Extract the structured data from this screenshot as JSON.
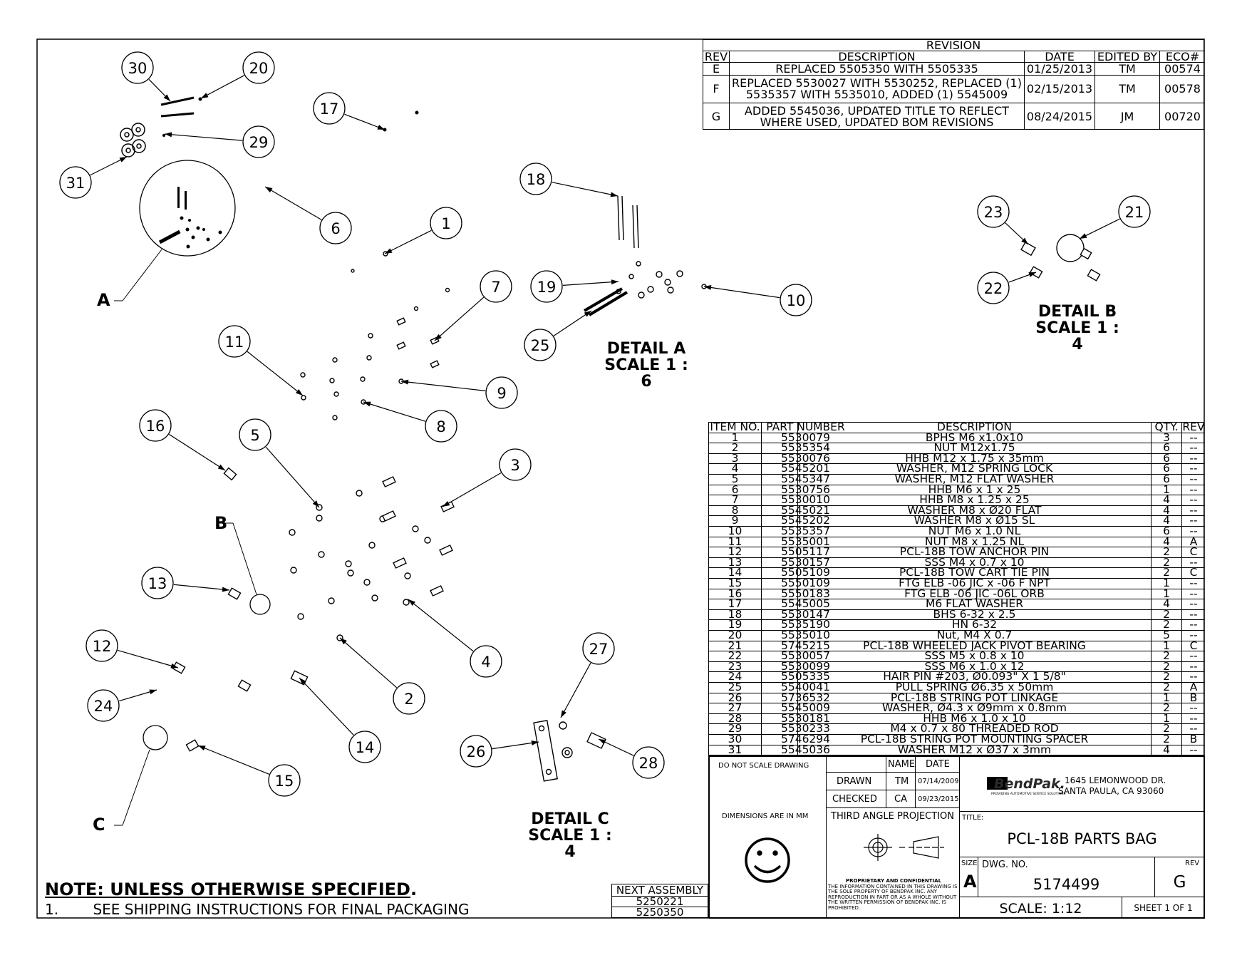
{
  "revision": {
    "title": "REVISION",
    "headers": [
      "REV",
      "DESCRIPTION",
      "DATE",
      "EDITED BY",
      "ECO#"
    ],
    "rows": [
      {
        "rev": "E",
        "desc1": "REPLACED 5505350 WITH 5505335",
        "desc2": "",
        "date": "01/25/2013",
        "by": "TM",
        "eco": "00574"
      },
      {
        "rev": "F",
        "desc1": "REPLACED 5530027 WITH 5530252, REPLACED (1)",
        "desc2": "5535357 WITH 5535010, ADDED (1) 5545009",
        "date": "02/15/2013",
        "by": "TM",
        "eco": "00578"
      },
      {
        "rev": "G",
        "desc1": "ADDED 5545036, UPDATED TITLE TO REFLECT",
        "desc2": "WHERE USED, UPDATED BOM REVISIONS",
        "date": "08/24/2015",
        "by": "JM",
        "eco": "00720"
      }
    ]
  },
  "bom": {
    "headers": [
      "ITEM NO.",
      "PART NUMBER",
      "DESCRIPTION",
      "QTY.",
      "REV"
    ],
    "rows": [
      [
        "1",
        "5530079",
        "BPHS M6 x1.0x10",
        "3",
        "--"
      ],
      [
        "2",
        "5535354",
        "NUT M12x1.75",
        "6",
        "--"
      ],
      [
        "3",
        "5530076",
        "HHB M12 x 1.75 x 35mm",
        "6",
        "--"
      ],
      [
        "4",
        "5545201",
        "WASHER, M12 SPRING LOCK",
        "6",
        "--"
      ],
      [
        "5",
        "5545347",
        "WASHER, M12 FLAT WASHER",
        "6",
        "--"
      ],
      [
        "6",
        "5530756",
        "HHB M6 x 1 x 25",
        "1",
        "--"
      ],
      [
        "7",
        "5530010",
        "HHB M8 x 1.25 x 25",
        "4",
        "--"
      ],
      [
        "8",
        "5545021",
        "WASHER M8 x Ø20 FLAT",
        "4",
        "--"
      ],
      [
        "9",
        "5545202",
        "WASHER M8 x Ø15 SL",
        "4",
        "--"
      ],
      [
        "10",
        "5535357",
        "NUT M6 x 1.0 NL",
        "6",
        "--"
      ],
      [
        "11",
        "5535001",
        "NUT M8 x 1.25 NL",
        "4",
        "A"
      ],
      [
        "12",
        "5505117",
        "PCL-18B TOW ANCHOR PIN",
        "2",
        "C"
      ],
      [
        "13",
        "5530157",
        "SSS M4 x 0.7 x 10",
        "2",
        "--"
      ],
      [
        "14",
        "5505109",
        "PCL-18B TOW CART TIE PIN",
        "2",
        "C"
      ],
      [
        "15",
        "5550109",
        "FTG ELB -06 JIC x -06 F NPT",
        "1",
        "--"
      ],
      [
        "16",
        "5550183",
        "FTG ELB -06 JIC -06L ORB",
        "1",
        "--"
      ],
      [
        "17",
        "5545005",
        "M6 FLAT WASHER",
        "4",
        "--"
      ],
      [
        "18",
        "5530147",
        "BHS 6-32 x 2.5",
        "2",
        "--"
      ],
      [
        "19",
        "5535190",
        "HN 6-32",
        "2",
        "--"
      ],
      [
        "20",
        "5535010",
        "Nut, M4 X 0.7",
        "5",
        "--"
      ],
      [
        "21",
        "5745215",
        "PCL-18B WHEELED JACK PIVOT BEARING",
        "1",
        "C"
      ],
      [
        "22",
        "5530057",
        "SSS M5 x 0.8 x 10",
        "2",
        "--"
      ],
      [
        "23",
        "5530099",
        "SSS M6 x 1.0 x 12",
        "2",
        "--"
      ],
      [
        "24",
        "5505335",
        "HAIR PIN #203, Ø0.093\" X 1 5/8\"",
        "2",
        "--"
      ],
      [
        "25",
        "5540041",
        "PULL SPRING Ø6.35 x 50mm",
        "2",
        "A"
      ],
      [
        "26",
        "5736532",
        "PCL-18B STRING POT LINKAGE",
        "1",
        "B"
      ],
      [
        "27",
        "5545009",
        "WASHER, Ø4.3 x Ø9mm x 0.8mm",
        "2",
        "--"
      ],
      [
        "28",
        "5530181",
        "HHB M6 x 1.0 x 10",
        "1",
        "--"
      ],
      [
        "29",
        "5530233",
        "M4 x 0.7 x 80 THREADED ROD",
        "2",
        "--"
      ],
      [
        "30",
        "5746294",
        "PCL-18B STRING POT MOUNTING SPACER",
        "2",
        "B"
      ],
      [
        "31",
        "5545036",
        "WASHER M12 x Ø37 x 3mm",
        "4",
        "--"
      ]
    ]
  },
  "title_block": {
    "do_not_scale": "DO NOT SCALE DRAWING",
    "dimensions": "DIMENSIONS ARE IN MM",
    "name_hdr": "NAME",
    "date_hdr": "DATE",
    "drawn_lbl": "DRAWN",
    "drawn_name": "TM",
    "drawn_date": "07/14/2009",
    "checked_lbl": "CHECKED",
    "checked_name": "CA",
    "checked_date": "09/23/2015",
    "projection": "THIRD ANGLE PROJECTION",
    "proprietary_title": "PROPRIETARY AND CONFIDENTIAL",
    "proprietary_lines": [
      "THE INFORMATION CONTAINED IN THIS DRAWING IS",
      "THE SOLE PROPERTY OF BENDPAK INC. ANY",
      "REPRODUCTION IN PART OR AS A WHOLE WITHOUT",
      "THE WRITTEN PERMISSION OF BENDPAK INC. IS",
      "PROHIBITED."
    ],
    "logo_text": "BendPak.",
    "logo_tagline": "PROVIDING AUTOMOTIVE SERVICE SOLUTIONS",
    "address1": "1645 LEMONWOOD DR.",
    "address2": "SANTA PAULA, CA 93060",
    "title_lbl": "TITLE:",
    "title": "PCL-18B PARTS BAG",
    "size_lbl": "SIZE",
    "size": "A",
    "dwg_lbl": "DWG.  NO.",
    "dwg_no": "5174499",
    "rev_lbl": "REV",
    "rev": "G",
    "scale": "SCALE: 1:12",
    "sheet": "SHEET 1 OF 1"
  },
  "next_assembly": {
    "label": "NEXT ASSEMBLY",
    "values": [
      "5250221",
      "5250350"
    ]
  },
  "note": {
    "heading": "NOTE: UNLESS OTHERWISE SPECIFIED",
    "period": ".",
    "item_no": "1.",
    "item_text": "SEE SHIPPING INSTRUCTIONS FOR FINAL PACKAGING"
  },
  "details": {
    "a_title": "DETAIL A",
    "a_scale": "SCALE 1 : 6",
    "b_title": "DETAIL B",
    "b_scale": "SCALE 1 : 4",
    "c_title": "DETAIL C",
    "c_scale": "SCALE 1 : 4",
    "a_letter": "A",
    "b_letter": "B",
    "c_letter": "C"
  },
  "balloons": [
    "30",
    "20",
    "17",
    "29",
    "31",
    "18",
    "6",
    "1",
    "23",
    "21",
    "7",
    "19",
    "10",
    "22",
    "25",
    "11",
    "9",
    "8",
    "16",
    "5",
    "3",
    "13",
    "12",
    "4",
    "27",
    "24",
    "2",
    "14",
    "26",
    "28",
    "15"
  ]
}
